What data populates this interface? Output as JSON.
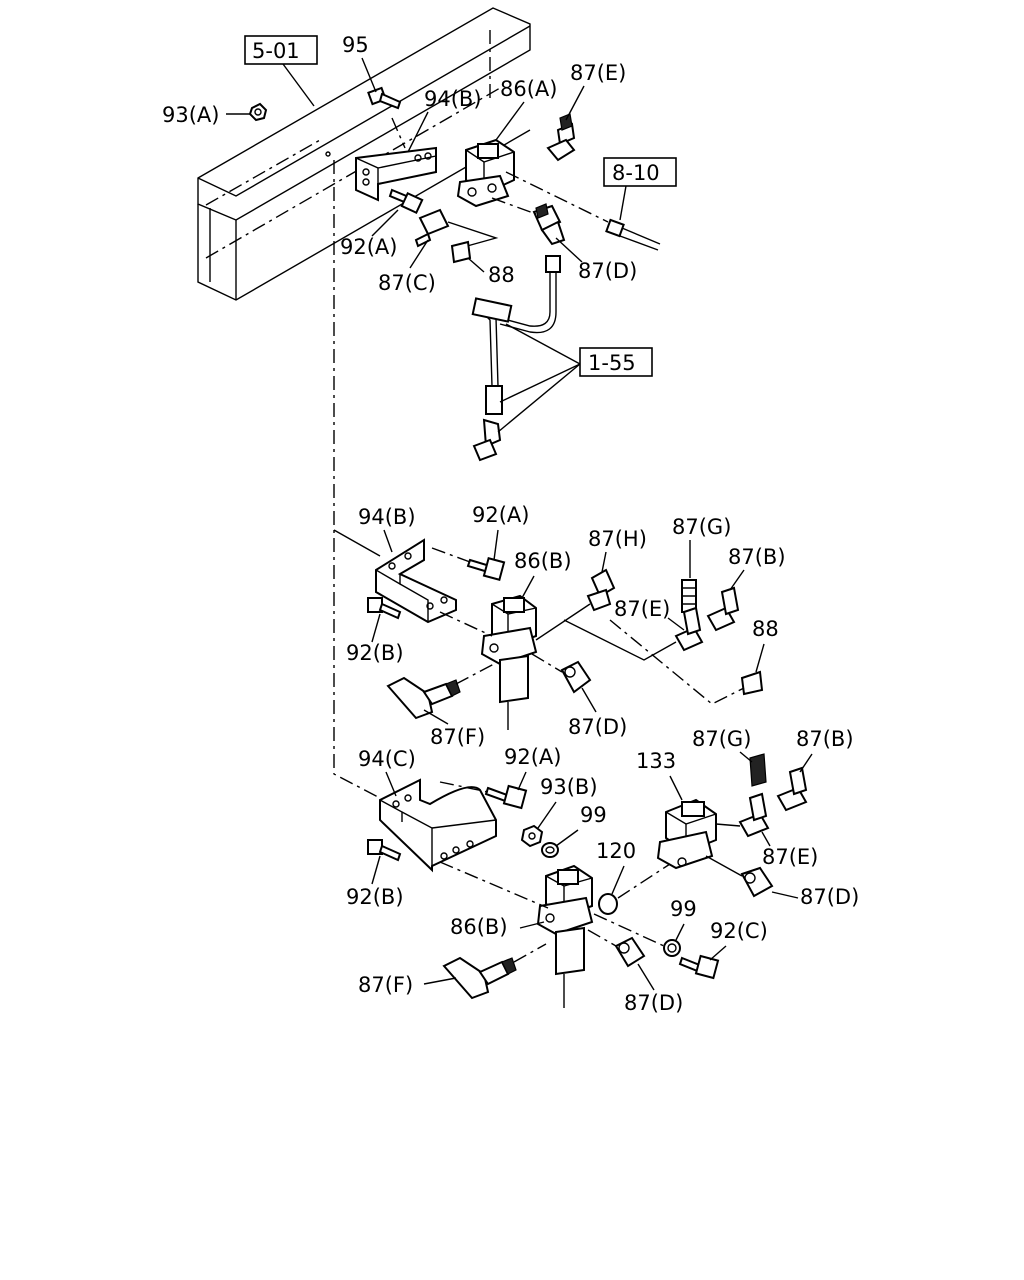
{
  "refs": {
    "r501": "5-01",
    "r810": "8-10",
    "r155": "1-55"
  },
  "labels": {
    "p95": "95",
    "p93a": "93(A)",
    "p94b_top": "94(B)",
    "p86a": "86(A)",
    "p87e_top": "87(E)",
    "p92a_top": "92(A)",
    "p87c": "87(C)",
    "p88_top": "88",
    "p87d_top": "87(D)",
    "p94b_mid": "94(B)",
    "p92a_mid": "92(A)",
    "p87h": "87(H)",
    "p87g_mid": "87(G)",
    "p86b_mid": "86(B)",
    "p87b_mid": "87(B)",
    "p87e_mid": "87(E)",
    "p88_mid": "88",
    "p92b_mid": "92(B)",
    "p87f_mid": "87(F)",
    "p87d_mid": "87(D)",
    "p94c": "94(C)",
    "p92a_bot": "92(A)",
    "p93b": "93(B)",
    "p99_a": "99",
    "p133": "133",
    "p87g_bot": "87(G)",
    "p87b_bot": "87(B)",
    "p120": "120",
    "p87e_bot": "87(E)",
    "p87d_right": "87(D)",
    "p92b_bot": "92(B)",
    "p86b_bot": "86(B)",
    "p99_b": "99",
    "p92c": "92(C)",
    "p87f_bot": "87(F)",
    "p87d_bot": "87(D)"
  }
}
